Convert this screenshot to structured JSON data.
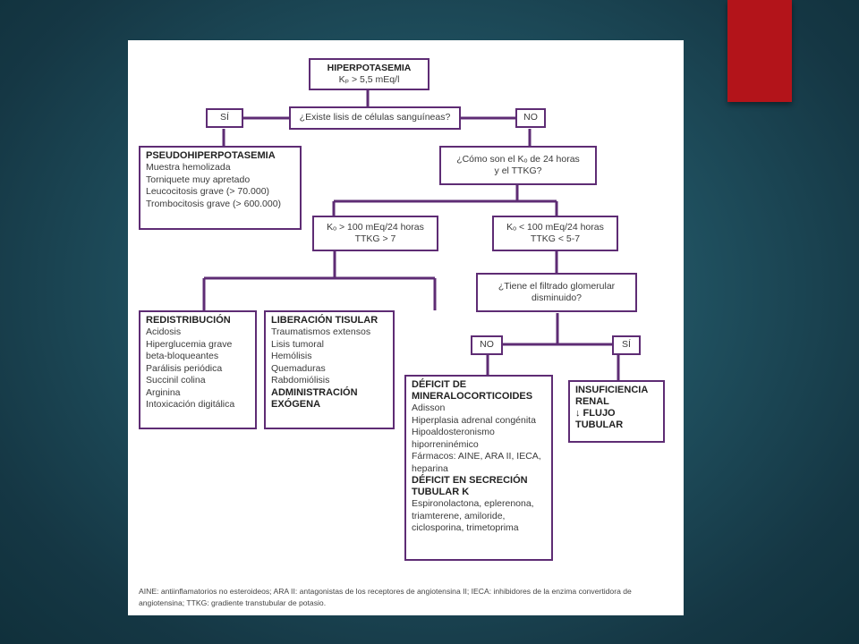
{
  "accent_color": "#b3141a",
  "flow_color": "#5e2c74",
  "root": {
    "title": "HIPERPOTASEMIA",
    "subtitle": "Kₚ > 5,5 mEq/l"
  },
  "question1": {
    "text": "¿Existe lisis de células sanguíneas?",
    "yes": "SÍ",
    "no": "NO"
  },
  "pseudo": {
    "title": "PSEUDOHIPERPOTASEMIA",
    "items": [
      "Muestra hemolizada",
      "Torniquete muy apretado",
      "Leucocitosis grave (> 70.000)",
      "Trombocitosis grave (> 600.000)"
    ]
  },
  "question2": {
    "line1": "¿Cómo son el Kₒ de 24 horas",
    "line2": "y el TTKG?"
  },
  "high_k": {
    "line1": "Kₒ > 100 mEq/24 horas",
    "line2": "TTKG > 7"
  },
  "low_k": {
    "line1": "Kₒ < 100 mEq/24 horas",
    "line2": "TTKG < 5-7"
  },
  "question3": {
    "line1": "¿Tiene el filtrado glomerular",
    "line2": "disminuido?",
    "no": "NO",
    "yes": "SÍ"
  },
  "redistribucion": {
    "title": "REDISTRIBUCIÓN",
    "items": [
      "Acidosis",
      "Hiperglucemia grave",
      "beta-bloqueantes",
      "Parálisis periódica",
      "Succinil colina",
      "Arginina",
      "Intoxicación digitálica"
    ]
  },
  "liberacion": {
    "title": "LIBERACIÓN TISULAR",
    "items": [
      "Traumatismos extensos",
      "Lisis tumoral",
      "Hemólisis",
      "Quemaduras",
      "Rabdomiólisis"
    ],
    "title2_line1": "ADMINISTRACIÓN",
    "title2_line2": "EXÓGENA"
  },
  "deficit": {
    "title_line1": "DÉFICIT DE",
    "title_line2": "MINERALOCORTICOIDES",
    "items": [
      "Adisson",
      "Hiperplasia adrenal congénita",
      "Hipoaldosteronismo",
      "hiporreninémico",
      "Fármacos: AINE, ARA II, IECA,",
      "heparina"
    ],
    "title2_line1": "DÉFICIT EN SECRECIÓN",
    "title2_line2": "TUBULAR K",
    "items2": [
      "Espironolactona, eplerenona,",
      "triamterene, amiloride,",
      "ciclosporina, trimetoprima"
    ]
  },
  "insuficiencia": {
    "line1": "INSUFICIENCIA",
    "line2": "RENAL",
    "line3": "↓ FLUJO",
    "line4": "TUBULAR"
  },
  "footnote": {
    "line1": "AINE: antiinflamatorios no esteroideos; ARA II: antagonistas de los receptores de angiotensina II; IECA: inhibidores de la enzima",
    "line2": "convertidora de angiotensina; TTKG: gradiente transtubular de potasio."
  }
}
